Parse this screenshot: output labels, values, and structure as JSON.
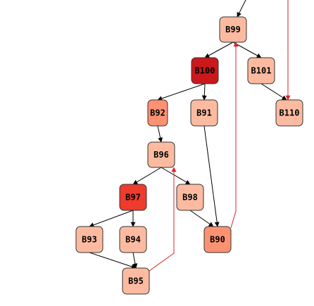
{
  "colors": {
    "lightest": "#fcbba1",
    "light": "#fc9272",
    "medium": "#fb6a4a",
    "strong": "#ef3b2c",
    "darkest": "#cb181d",
    "edge_black": "#000000",
    "edge_red": "#e0202a"
  },
  "nodes": [
    {
      "id": "B99",
      "label": "B99",
      "fill": "#fcbba1"
    },
    {
      "id": "B100",
      "label": "B100",
      "fill": "#cb181d"
    },
    {
      "id": "B101",
      "label": "B101",
      "fill": "#fcbba1"
    },
    {
      "id": "B92",
      "label": "B92",
      "fill": "#fc9272"
    },
    {
      "id": "B91",
      "label": "B91",
      "fill": "#fcbba1"
    },
    {
      "id": "B110",
      "label": "B110",
      "fill": "#fcbba1"
    },
    {
      "id": "B96",
      "label": "B96",
      "fill": "#fcbba1"
    },
    {
      "id": "B97",
      "label": "B97",
      "fill": "#ef3b2c"
    },
    {
      "id": "B98",
      "label": "B98",
      "fill": "#fcbba1"
    },
    {
      "id": "B93",
      "label": "B93",
      "fill": "#fcbba1"
    },
    {
      "id": "B94",
      "label": "B94",
      "fill": "#fcbba1"
    },
    {
      "id": "B90",
      "label": "B90",
      "fill": "#fc9272"
    },
    {
      "id": "B95",
      "label": "B95",
      "fill": "#fcbba1"
    }
  ],
  "edges": [
    {
      "from": "B99",
      "to": "B100",
      "color": "black"
    },
    {
      "from": "B99",
      "to": "B101",
      "color": "black"
    },
    {
      "from": "B101",
      "to": "B110",
      "color": "black"
    },
    {
      "from": "B100",
      "to": "B92",
      "color": "black"
    },
    {
      "from": "B100",
      "to": "B91",
      "color": "black"
    },
    {
      "from": "B92",
      "to": "B96",
      "color": "black"
    },
    {
      "from": "B91",
      "to": "B90",
      "color": "black"
    },
    {
      "from": "B96",
      "to": "B97",
      "color": "black"
    },
    {
      "from": "B96",
      "to": "B98",
      "color": "black"
    },
    {
      "from": "B97",
      "to": "B93",
      "color": "black"
    },
    {
      "from": "B97",
      "to": "B94",
      "color": "black"
    },
    {
      "from": "B98",
      "to": "B90",
      "color": "black"
    },
    {
      "from": "B93",
      "to": "B95",
      "color": "black"
    },
    {
      "from": "B94",
      "to": "B95",
      "color": "black"
    },
    {
      "from": "B95",
      "to": "B96",
      "color": "red"
    },
    {
      "from": "B90",
      "to": "B99",
      "color": "red"
    },
    {
      "from": "TOP",
      "to": "B99",
      "color": "black"
    },
    {
      "from": "TOPRIGHT",
      "to": "B110",
      "color": "red"
    }
  ]
}
